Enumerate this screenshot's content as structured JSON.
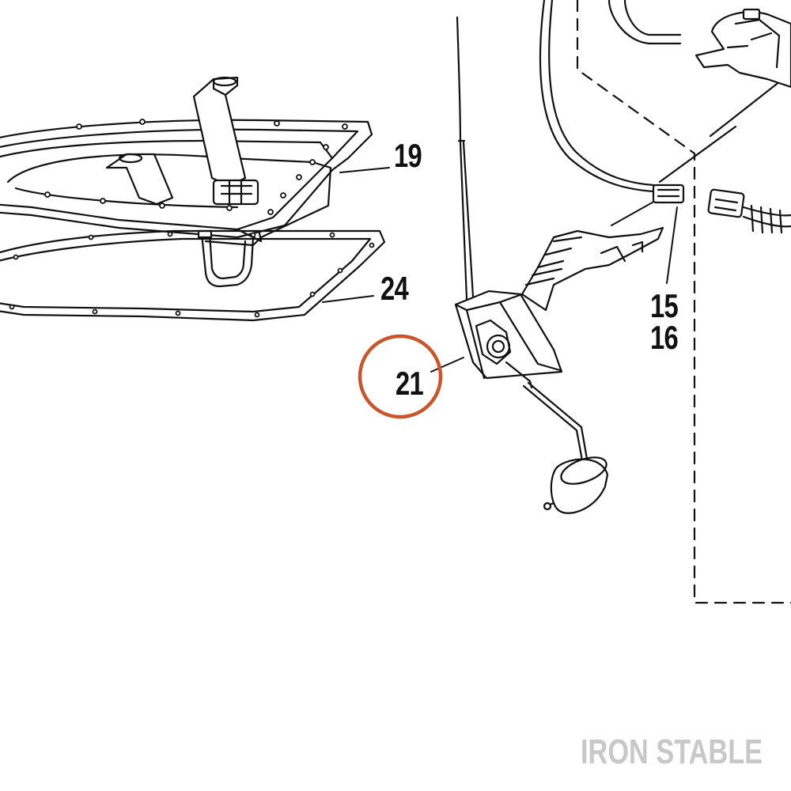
{
  "callouts": {
    "c19": "19",
    "c24": "24",
    "c15": "15",
    "c16": "16",
    "c21": "21"
  },
  "highlight_color": "#c8552b",
  "brand": "IRON STABLE"
}
